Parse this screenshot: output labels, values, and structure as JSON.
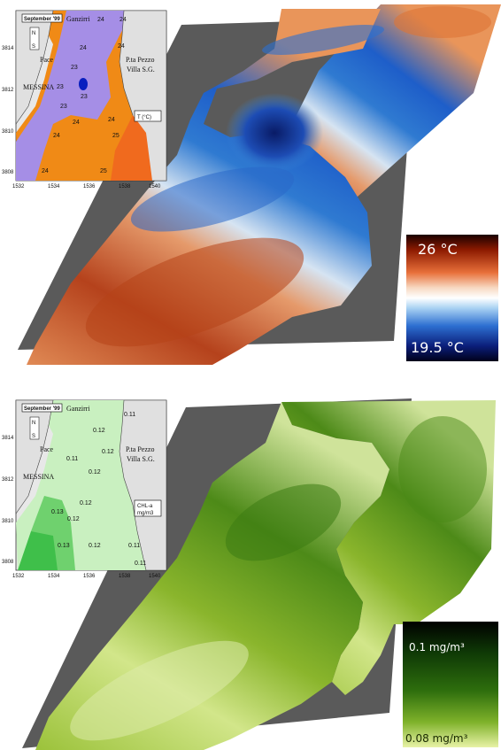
{
  "colors": {
    "background": "#ffffff",
    "land_gray": "#585858",
    "sst_warm": "#d9642a",
    "sst_cold": "#1a4fb5",
    "sst_coldest": "#0a1f6b",
    "chl_dark": "#3e7d12",
    "chl_light": "#c8e07a",
    "inset_purple": "#a58ee6",
    "inset_orange": "#f08a16",
    "inset_green_light": "#c9f0c0",
    "inset_green_dark": "#3fbf4a"
  },
  "top_panel": {
    "inset": {
      "date_label": "September '99",
      "north_label": "N",
      "south_label": "S",
      "places": [
        "Ganzirri",
        "Pace",
        "P.ta Pezzo",
        "Villa S.G.",
        "MESSINA"
      ],
      "isotherms": [
        "24",
        "24",
        "23",
        "24",
        "24",
        "23",
        "23",
        "23",
        "24",
        "24",
        "24",
        "25",
        "24",
        "25"
      ],
      "unit_label": "T (°C)",
      "y_ticks": [
        "3814",
        "3812",
        "3810",
        "3808"
      ],
      "x_ticks": [
        "1532",
        "1534",
        "1536",
        "1538",
        "1540"
      ]
    },
    "colorbar": {
      "max_label": "26 °C",
      "min_label": "19.5 °C"
    }
  },
  "bottom_panel": {
    "inset": {
      "date_label": "September '99",
      "north_label": "N",
      "south_label": "S",
      "places": [
        "Ganzirri",
        "Pace",
        "P.ta Pezzo",
        "Villa S.G.",
        "MESSINA"
      ],
      "isolines": [
        "0.11",
        "0.12",
        "0.11",
        "0.12",
        "0.12",
        "0.12",
        "0.13",
        "0.12",
        "0.13",
        "0.12",
        "0.11",
        "0.11"
      ],
      "unit_label_line1": "CHL-a",
      "unit_label_line2": "mg/m3",
      "y_ticks": [
        "3814",
        "3812",
        "3810",
        "3808"
      ],
      "x_ticks": [
        "1532",
        "1534",
        "1536",
        "1538",
        "1540"
      ]
    },
    "colorbar": {
      "max_label": "0.1 mg/m³",
      "min_label": "0.08 mg/m³"
    }
  }
}
